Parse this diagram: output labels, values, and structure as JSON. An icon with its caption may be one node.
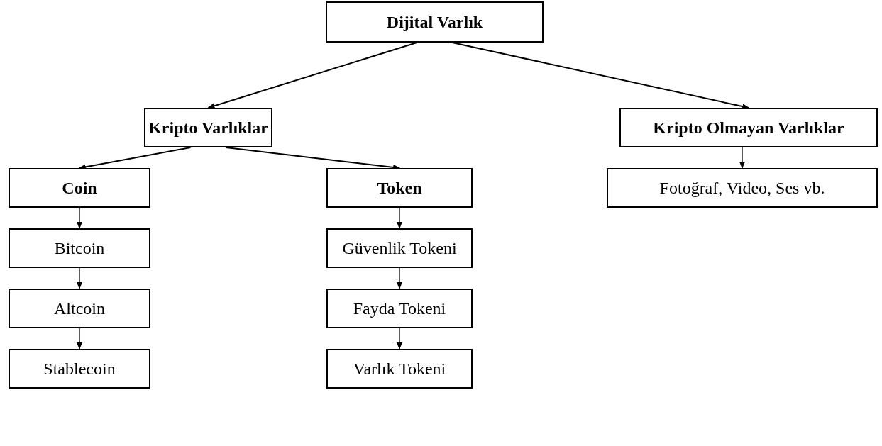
{
  "diagram": {
    "nodes": [
      {
        "text": [
          "Dijital Varlık"
        ]
      },
      {
        "text": [
          "Kripto Varlıklar"
        ]
      },
      {
        "text": [
          "Kripto Olmayan Varlıklar"
        ]
      },
      {
        "text": [
          "Coin"
        ]
      },
      {
        "text": [
          "Token"
        ]
      },
      {
        "text": [
          "Fotoğraf, Video, Ses vb."
        ]
      },
      {
        "text": [
          "Bitcoin"
        ]
      },
      {
        "text": [
          "Güvenlik Tokeni"
        ]
      },
      {
        "text": [
          "Altcoin"
        ]
      },
      {
        "text": [
          "Fayda Tokeni"
        ]
      },
      {
        "text": [
          "Stablecoin"
        ]
      },
      {
        "text": [
          "Varlık Tokeni"
        ]
      }
    ],
    "edges": [
      {
        "from": 0,
        "to": 1,
        "arrow": "to"
      },
      {
        "from": 0,
        "to": 2,
        "arrow": "to"
      },
      {
        "from": 1,
        "to": 3,
        "arrow": "to"
      },
      {
        "from": 1,
        "to": 4,
        "arrow": "to"
      },
      {
        "from": 2,
        "to": 5,
        "arrow": "to"
      },
      {
        "from": 3,
        "to": 6,
        "arrow": "to"
      },
      {
        "from": 6,
        "to": 8,
        "arrow": "to"
      },
      {
        "from": 8,
        "to": 10,
        "arrow": "to"
      },
      {
        "from": 4,
        "to": 7,
        "arrow": "to"
      },
      {
        "from": 7,
        "to": 9,
        "arrow": "to"
      },
      {
        "from": 9,
        "to": 11,
        "arrow": "to"
      }
    ]
  }
}
